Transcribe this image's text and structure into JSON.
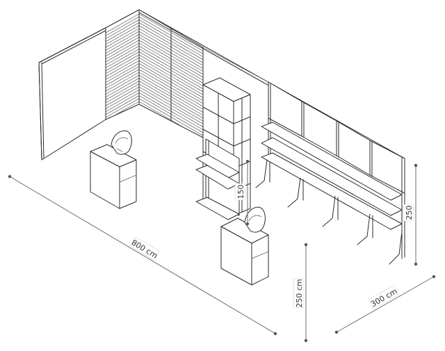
{
  "dimensions": {
    "length": "800 cm",
    "wall_height": "250 cm",
    "depth": "300 cm",
    "right_wall_height": "250",
    "cube_shelf_height": "150"
  }
}
